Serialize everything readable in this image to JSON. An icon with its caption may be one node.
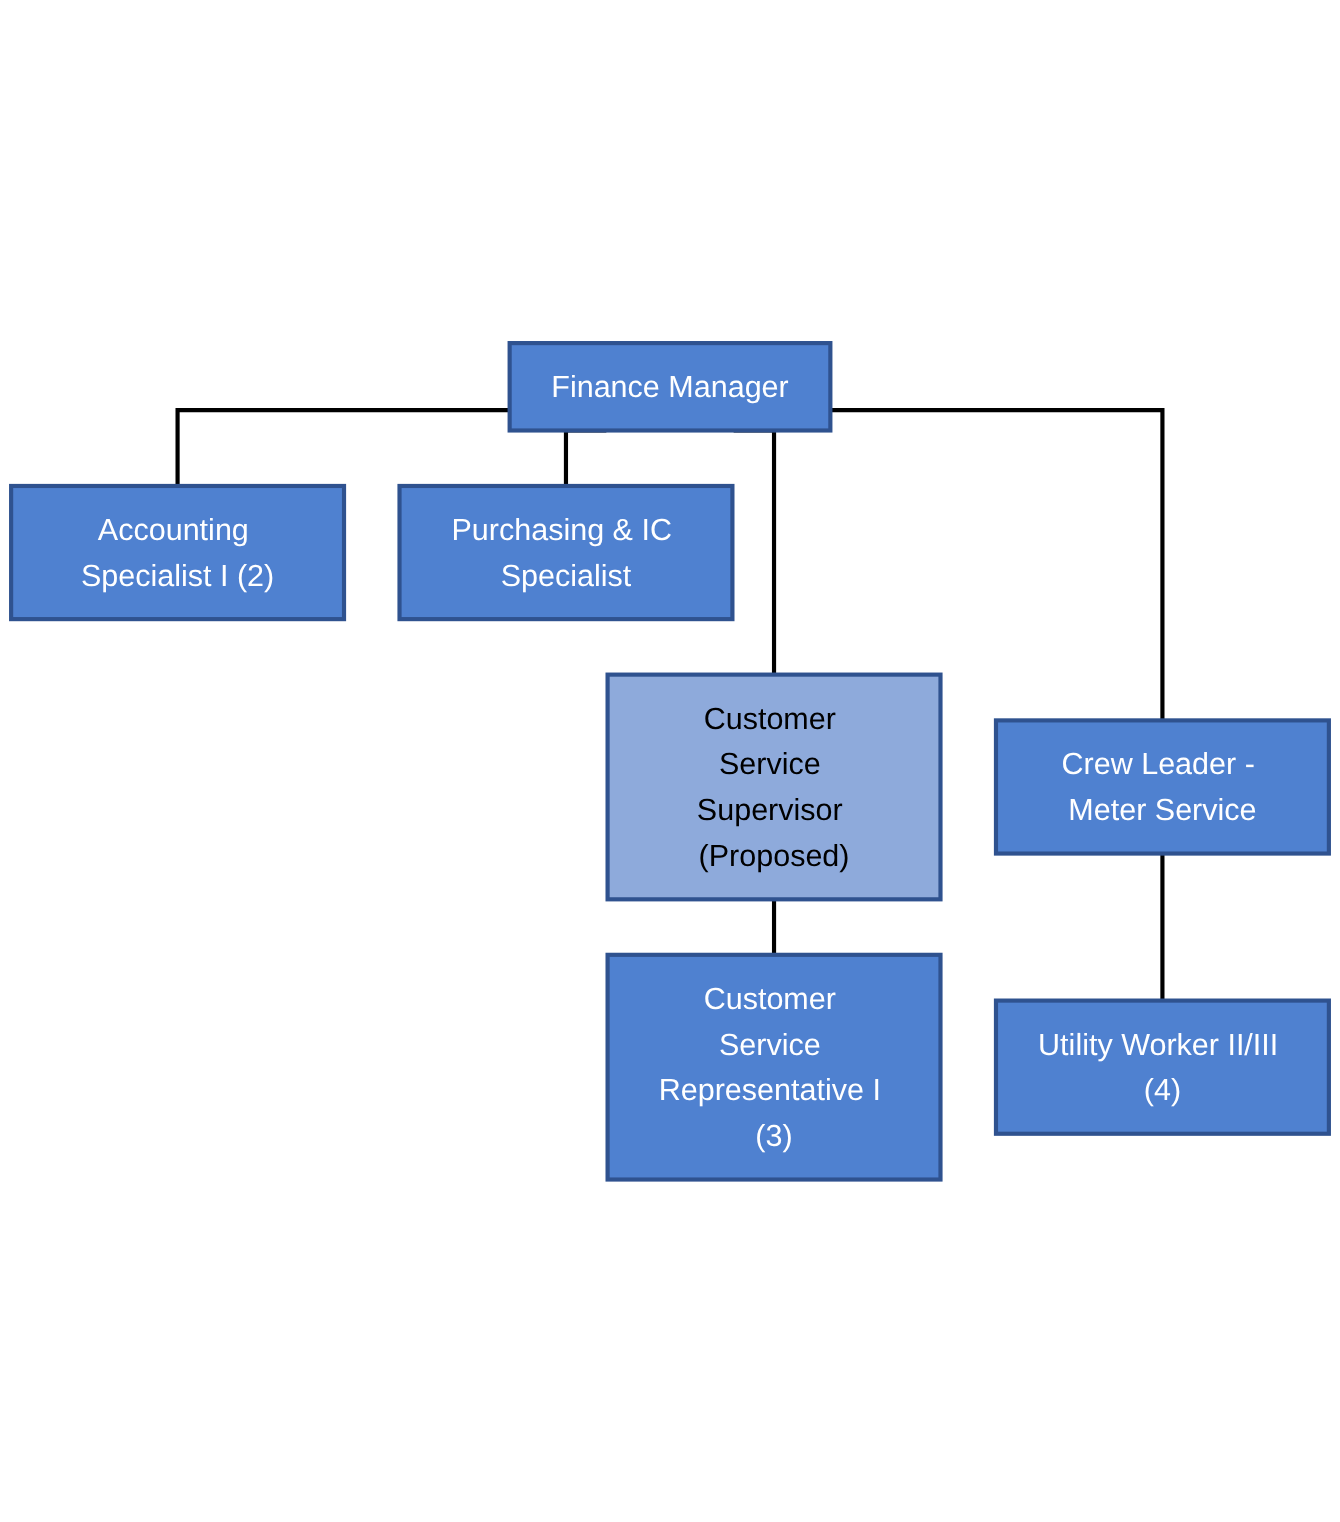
{
  "diagram": {
    "nodes": [
      {
        "text": [
          "Finance Manager"
        ]
      },
      {
        "text": [
          "Accounting Specialist I (2)"
        ]
      },
      {
        "text": [
          "Purchasing & IC Specialist"
        ]
      },
      {
        "text": [
          "Customer Service Supervisor (Proposed)"
        ]
      },
      {
        "text": [
          "Crew Leader - Meter Service"
        ]
      },
      {
        "text": [
          "Customer Service Representative I (3)"
        ]
      },
      {
        "text": [
          "Utility Worker II/III (4)"
        ]
      }
    ],
    "edges": [
      {
        "from": 0,
        "to": 1,
        "arrow": "none"
      },
      {
        "from": 0,
        "to": 2,
        "arrow": "none"
      },
      {
        "from": 0,
        "to": 3,
        "arrow": "none"
      },
      {
        "from": 0,
        "to": 4,
        "arrow": "none"
      },
      {
        "from": 3,
        "to": 5,
        "arrow": "none"
      },
      {
        "from": 4,
        "to": 6,
        "arrow": "none"
      }
    ]
  }
}
